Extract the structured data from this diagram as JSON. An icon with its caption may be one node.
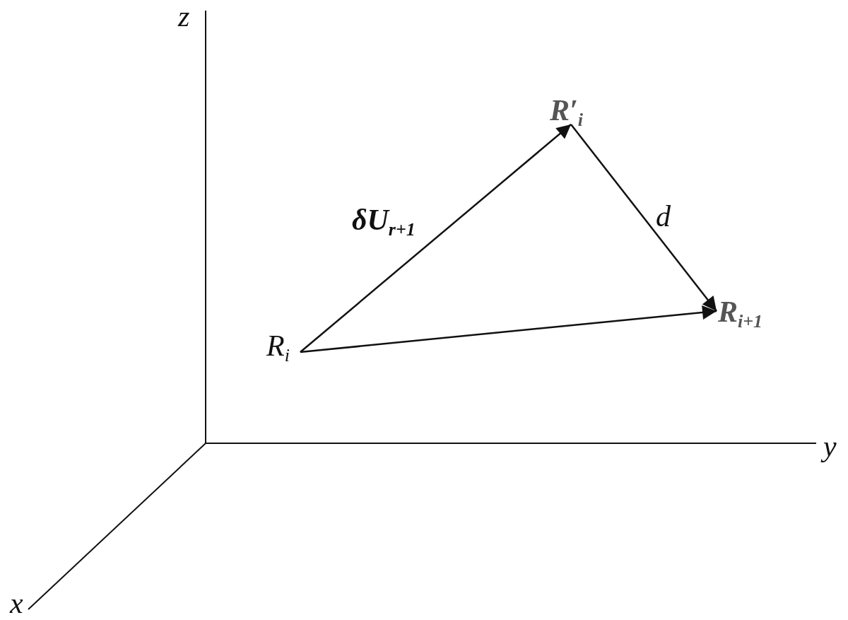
{
  "diagram": {
    "nodes": [
      {
        "text": [
          "R$_{i}$"
        ]
      },
      {
        "text": [
          "R′$_{i}$"
        ]
      },
      {
        "text": [
          "R$_{i+1}$"
        ]
      }
    ],
    "edges": [
      {
        "from": 0,
        "to": 1,
        "arrow": "to",
        "label": "δU$_{r+1}$"
      },
      {
        "from": 1,
        "to": 2,
        "arrow": "to",
        "label": "d"
      },
      {
        "from": 0,
        "to": 2,
        "arrow": "to"
      }
    ],
    "labels": [
      "z",
      "y",
      "x"
    ]
  }
}
